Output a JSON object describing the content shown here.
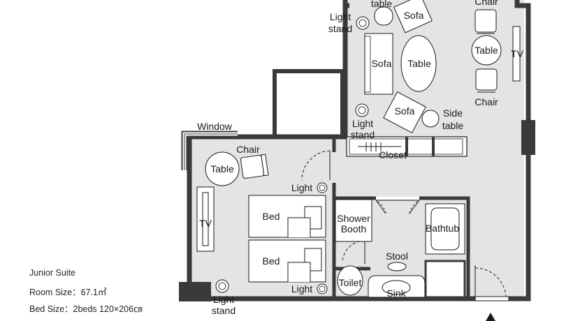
{
  "info": {
    "title": "Junior Suite",
    "room_size": "Room Size：67.1㎡",
    "bed_size": "Bed Size：2beds 120×206㎝"
  },
  "labels": {
    "table_top": "table",
    "light_stand_top_1": "Light",
    "light_stand_top_2": "stand",
    "sofa_small_top": "Sofa",
    "chair_top_right": "Chair",
    "sofa_left": "Sofa",
    "table_center": "Table",
    "table_right": "Table",
    "tv_right": "TV",
    "chair_right": "Chair",
    "sofa_angled": "Sofa",
    "side_table_1": "Side",
    "side_table_2": "table",
    "light_stand_mid_1": "Light",
    "light_stand_mid_2": "stand",
    "closet": "Closet",
    "window": "Window",
    "chair_bedroom": "Chair",
    "table_bedroom": "Table",
    "light_upper": "Light",
    "tv_bedroom": "TV",
    "bed_1": "Bed",
    "bed_2": "Bed",
    "shower_1": "Shower",
    "shower_2": "Booth",
    "bathtub": "Bathtub",
    "stool": "Stool",
    "toilet": "Toilet",
    "sink": "Sink",
    "light_lower": "Light",
    "light_stand_bottom_1": "Light",
    "light_stand_bottom_2": "stand"
  },
  "colors": {
    "wall": "#3a3a3a",
    "floor": "#e4e4e4",
    "furniture": "#ffffff",
    "line": "#1a1a1a"
  }
}
